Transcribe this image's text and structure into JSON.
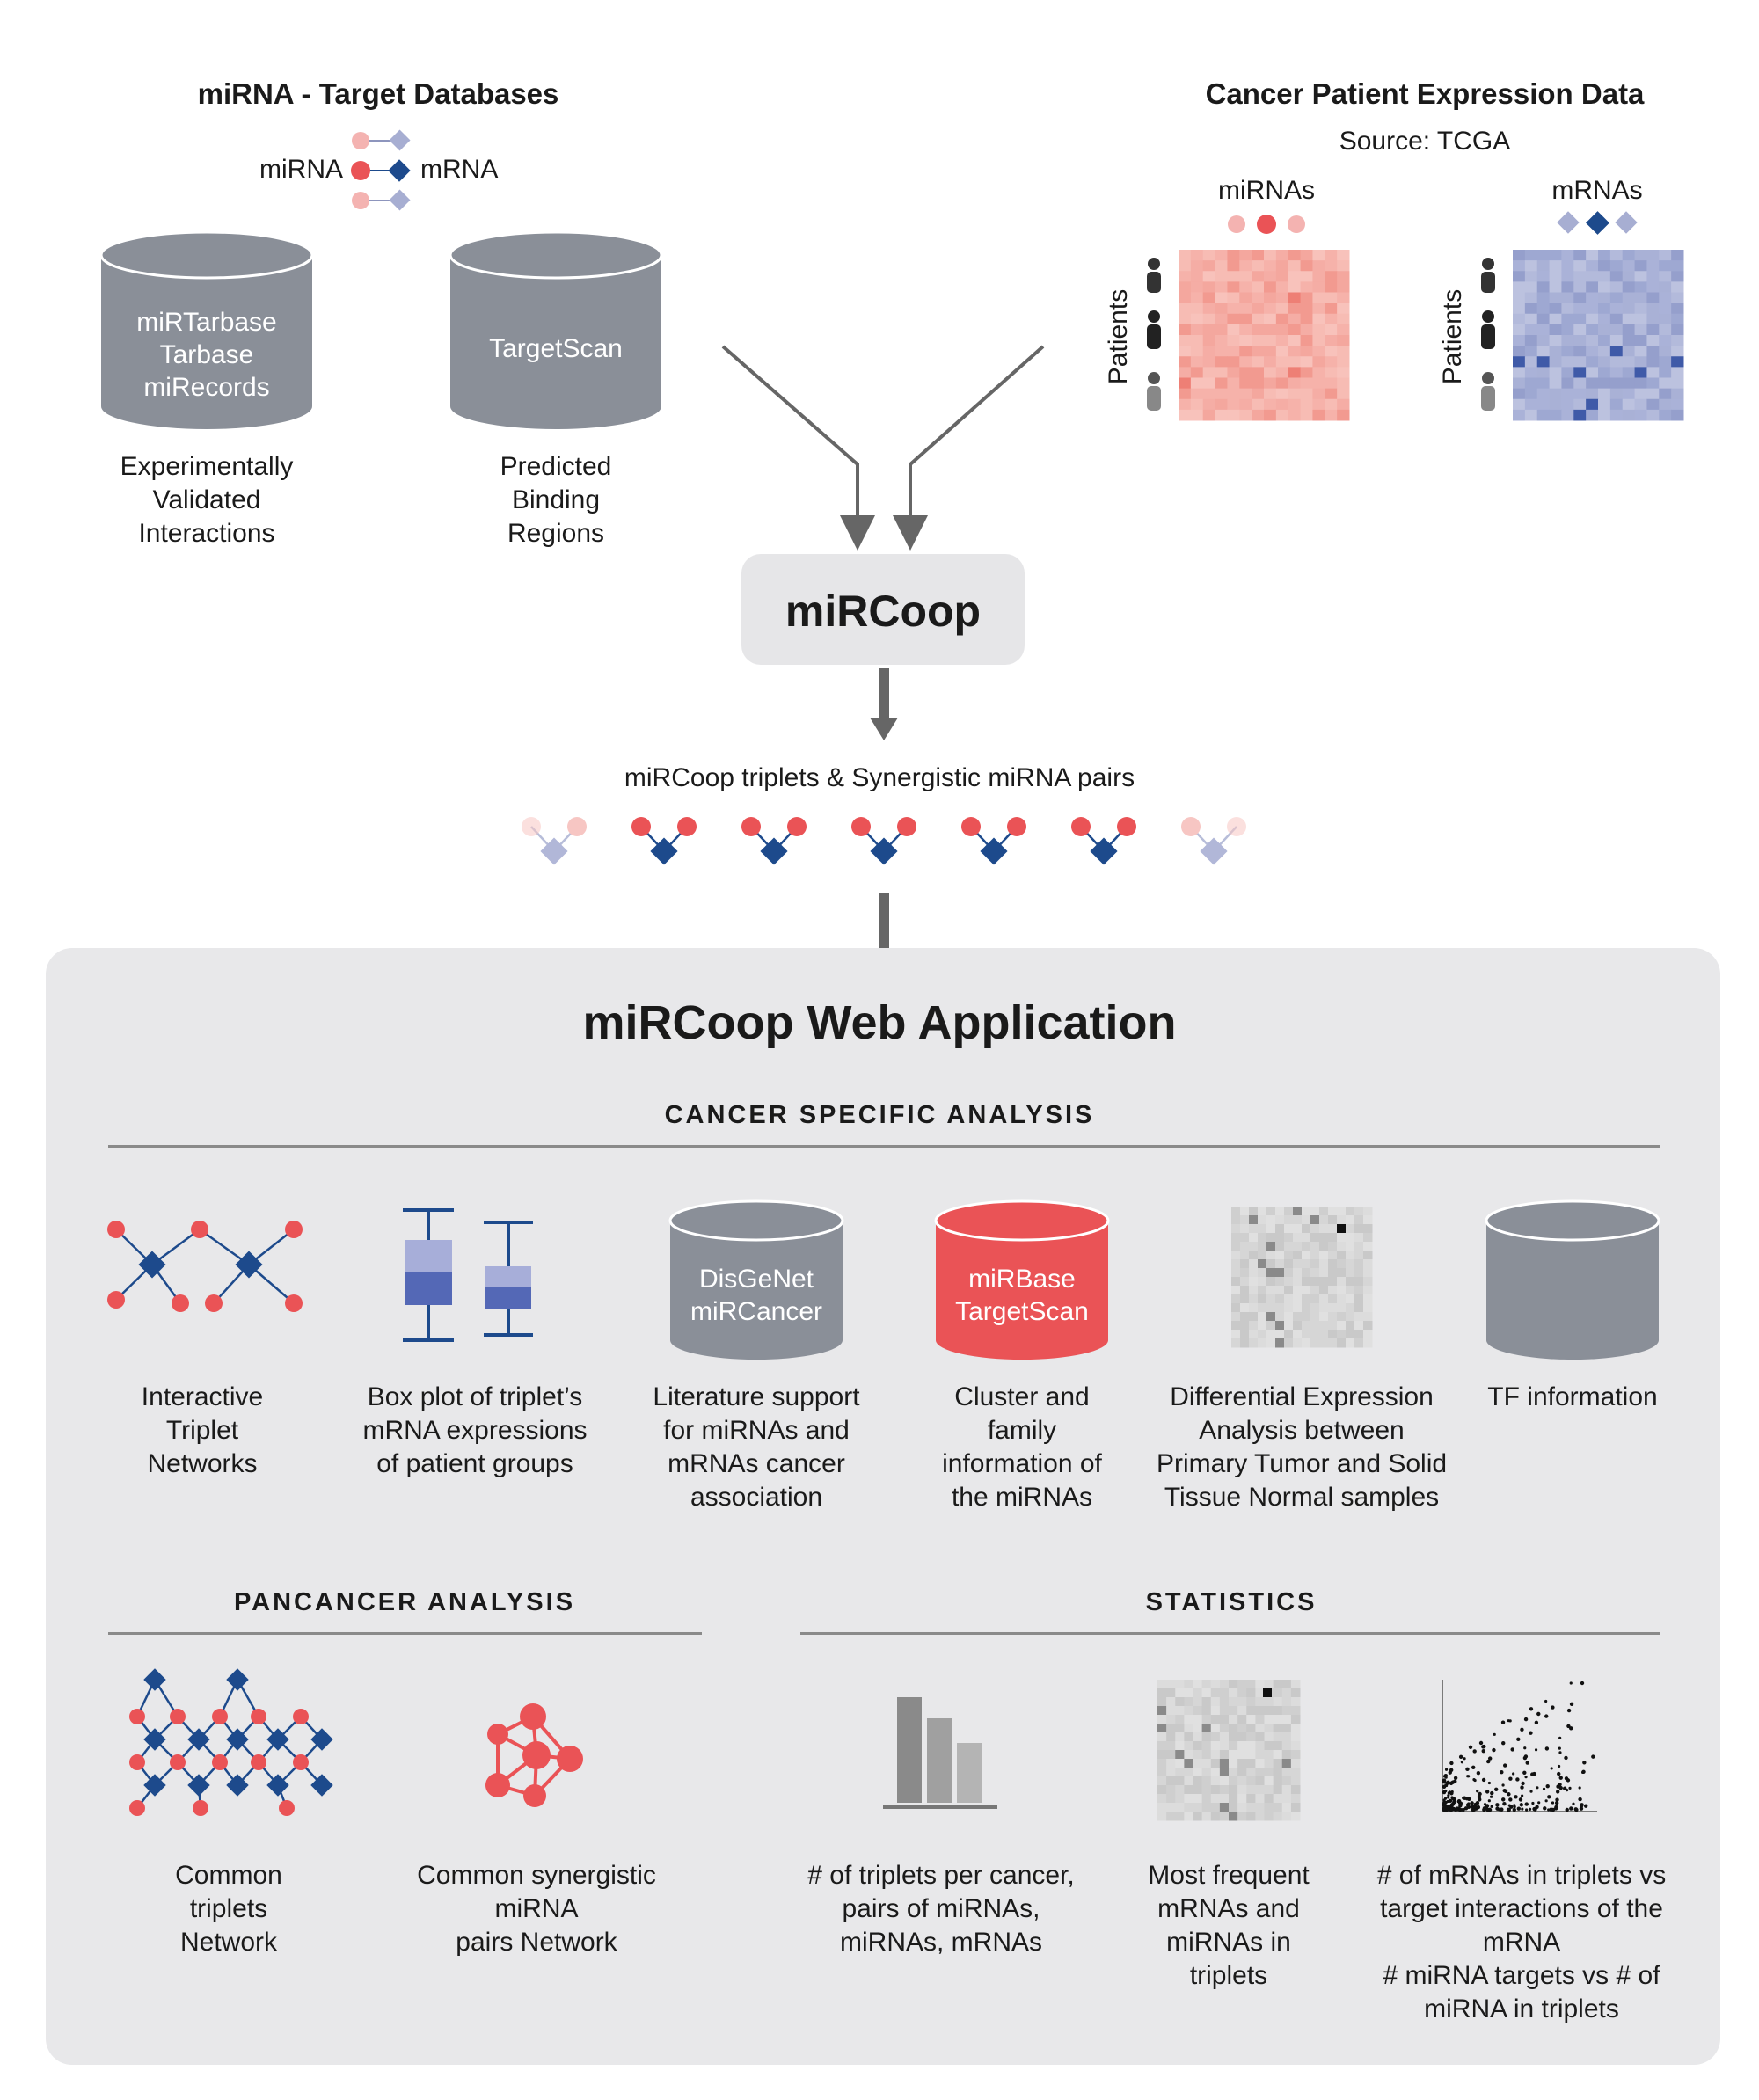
{
  "top_left": {
    "title": "miRNA - Target Databases",
    "legend_mirna": "miRNA",
    "legend_mrna": "mRNA",
    "db1": {
      "lines": [
        "miRTarbase",
        "Tarbase",
        "miRecords"
      ],
      "caption": [
        "Experimentally",
        "Validated",
        "Interactions"
      ]
    },
    "db2": {
      "lines": [
        "TargetScan"
      ],
      "caption": [
        "Predicted",
        "Binding",
        "Regions"
      ]
    }
  },
  "top_right": {
    "title": "Cancer Patient Expression Data",
    "source": "Source: TCGA",
    "mirnas_label": "miRNAs",
    "mrnas_label": "mRNAs",
    "patients_label": "Patients"
  },
  "center": {
    "box": "miRCoop",
    "triplets_label": "miRCoop triplets & Synergistic miRNA pairs"
  },
  "webapp": {
    "title": "miRCoop Web Application",
    "cancer_specific": {
      "header": "CANCER SPECIFIC ANALYSIS",
      "items": [
        {
          "caption": [
            "Interactive",
            "Triplet",
            "Networks"
          ]
        },
        {
          "caption": [
            "Box plot of triplet’s",
            "mRNA expressions",
            "of patient groups"
          ]
        },
        {
          "db": [
            "DisGeNet",
            "miRCancer"
          ],
          "caption": [
            "Literature support",
            "for miRNAs and",
            "mRNAs cancer",
            "association"
          ]
        },
        {
          "db": [
            "miRBase",
            "TargetScan"
          ],
          "caption": [
            "Cluster and",
            "family",
            "information of",
            "the miRNAs"
          ]
        },
        {
          "caption": [
            "Differential Expression",
            "Analysis between",
            "Primary Tumor and Solid",
            "Tissue Normal samples"
          ]
        },
        {
          "caption": [
            "TF information"
          ]
        }
      ]
    },
    "pancancer": {
      "header": "PANCANCER ANALYSIS",
      "items": [
        {
          "caption": [
            "Common",
            "triplets",
            "Network"
          ]
        },
        {
          "caption": [
            "Common synergistic",
            "miRNA",
            "pairs Network"
          ]
        }
      ]
    },
    "statistics": {
      "header": "STATISTICS",
      "items": [
        {
          "caption": [
            "# of triplets per cancer,",
            "pairs of miRNAs,",
            "miRNAs, mRNAs"
          ]
        },
        {
          "caption": [
            "Most frequent",
            "mRNAs and",
            "miRNAs in",
            "triplets"
          ]
        },
        {
          "caption": [
            "# of mRNAs in triplets vs",
            "target interactions of the",
            "mRNA",
            "# miRNA targets vs # of",
            "miRNA in triplets"
          ]
        }
      ]
    }
  },
  "colors": {
    "red": "#ea5356",
    "navy": "#1d4a8c",
    "cyl_gray": "#8a8f98",
    "panel": "#e8e8ea",
    "arrow": "#666666"
  }
}
